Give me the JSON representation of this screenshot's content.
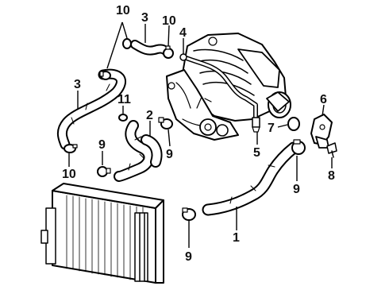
{
  "diagram": {
    "callouts": {
      "hose_upper_main": "1",
      "hose_mid": "2",
      "hose_left_long": "3",
      "hose_top_small": "3",
      "pipe_top": "4",
      "sensor": "5",
      "thermostat_housing": "6",
      "gasket": "7",
      "bolt": "8",
      "clamp_left": "9",
      "clamp_center": "9",
      "clamp_right": "9",
      "clamp_bottom": "9",
      "clamp_top_left": "10",
      "clamp_top_right": "10",
      "clamp_lower_left": "10",
      "clamp_mid_small": "11"
    }
  }
}
